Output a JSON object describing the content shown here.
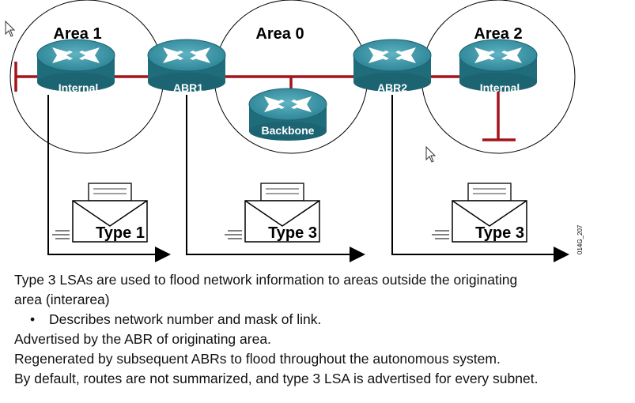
{
  "areas": [
    "Area 1",
    "Area 0",
    "Area 2"
  ],
  "routers": [
    "Internal",
    "ABR1",
    "Backbone",
    "ABR2",
    "Internal"
  ],
  "lsa_envelopes": [
    "Type 1",
    "Type 3",
    "Type 3"
  ],
  "figure_code": "014G_207",
  "text": {
    "line1": "Type 3 LSAs are used to flood network information to areas outside the originating",
    "line1b": "area (interarea)",
    "bullet": "Describes network number and mask of link.",
    "line2": "Advertised by the ABR of originating area.",
    "line3": "Regenerated by subsequent ABRs to flood throughout the autonomous system.",
    "line4": "By default, routes are not summarized, and type 3 LSA is advertised for every subnet."
  },
  "colors": {
    "link": "#a3141c",
    "router": "#2f8c9c",
    "router_dark": "#1d6472"
  }
}
